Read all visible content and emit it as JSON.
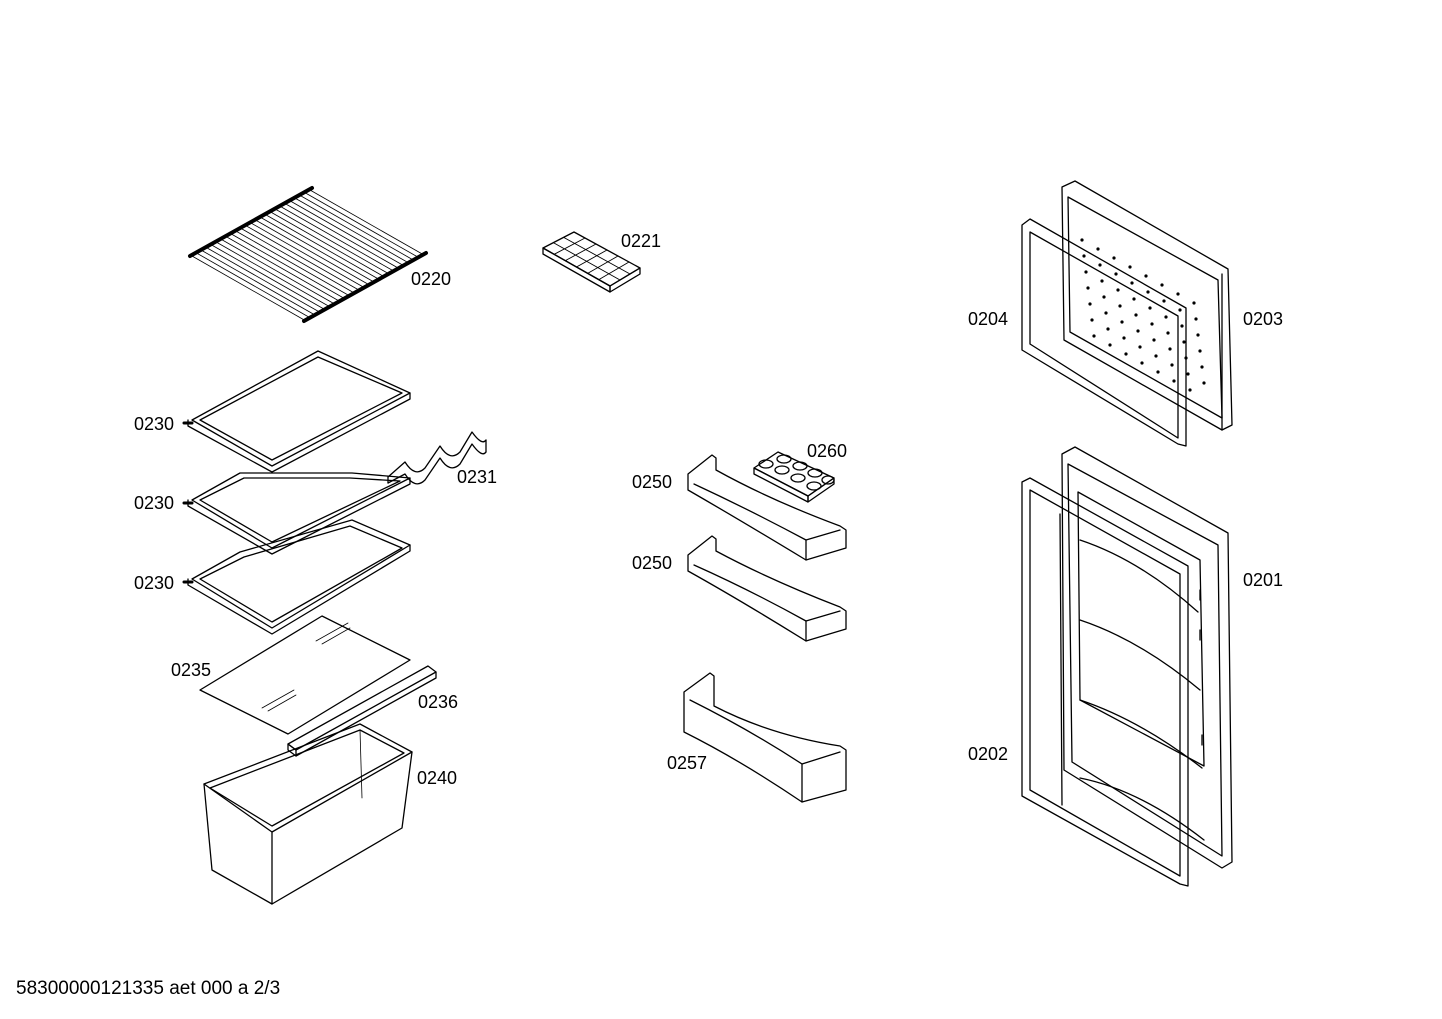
{
  "parts": {
    "p0220": "0220",
    "p0221": "0221",
    "p0230a": "0230",
    "p0230b": "0230",
    "p0230c": "0230",
    "p0231": "0231",
    "p0235": "0235",
    "p0236": "0236",
    "p0240": "0240",
    "p0250a": "0250",
    "p0250b": "0250",
    "p0257": "0257",
    "p0260": "0260",
    "p0204": "0204",
    "p0203": "0203",
    "p0201": "0201",
    "p0202": "0202"
  },
  "footer": "58300000121335 aet 000 a 2/3"
}
